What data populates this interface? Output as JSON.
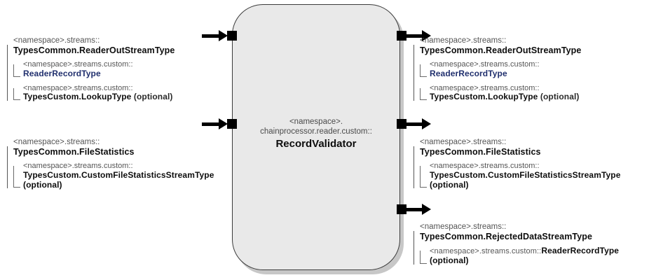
{
  "diagram": {
    "title": "RecordValidator component stream interface diagram",
    "component": {
      "namespace_line1": "<namespace>.",
      "namespace_line2": "chainprocessor.reader.custom::",
      "name": "RecordValidator"
    },
    "colors": {
      "box_fill": "#e9e9e9",
      "box_border": "#3b3b3b",
      "namespace_text": "#555555",
      "type_text": "#0d0d0d",
      "highlight_blue": "#21306e",
      "connector": "#000000"
    },
    "inputs": [
      {
        "port_name": "input-port-reader-out-stream",
        "namespace": "<namespace>.streams::",
        "type": "TypesCommon.ReaderOutStreamType",
        "children": [
          {
            "namespace": "<namespace>.streams.custom::",
            "type": "ReaderRecordType",
            "highlight": "blue",
            "optional": ""
          },
          {
            "namespace": "<namespace>.streams.custom::",
            "type": "TypesCustom.LookupType",
            "highlight": "none",
            "optional": "(optional)"
          }
        ]
      },
      {
        "port_name": "input-port-file-statistics",
        "namespace": "<namespace>.streams::",
        "type": "TypesCommon.FileStatistics",
        "children": [
          {
            "namespace": "<namespace>.streams.custom::",
            "type": "TypesCustom.CustomFileStatisticsStreamType",
            "highlight": "none",
            "optional": "(optional)"
          }
        ]
      }
    ],
    "outputs": [
      {
        "port_name": "output-port-reader-out-stream",
        "namespace": "<namespace>.streams::",
        "type": "TypesCommon.ReaderOutStreamType",
        "children": [
          {
            "namespace": "<namespace>.streams.custom::",
            "type": "ReaderRecordType",
            "highlight": "blue",
            "optional": ""
          },
          {
            "namespace": "<namespace>.streams.custom::",
            "type": "TypesCustom.LookupType",
            "highlight": "none",
            "optional": "(optional)"
          }
        ]
      },
      {
        "port_name": "output-port-file-statistics",
        "namespace": "<namespace>.streams::",
        "type": "TypesCommon.FileStatistics",
        "children": [
          {
            "namespace": "<namespace>.streams.custom::",
            "type": "TypesCustom.CustomFileStatisticsStreamType",
            "highlight": "none",
            "optional": "(optional)"
          }
        ]
      },
      {
        "port_name": "output-port-rejected-data-stream",
        "namespace": "<namespace>.streams::",
        "type": "TypesCommon.RejectedDataStreamType",
        "children": [
          {
            "namespace": "<namespace>.streams.custom::",
            "type": "ReaderRecordType",
            "highlight": "none",
            "inline": "true",
            "optional": "(optional)"
          }
        ]
      }
    ]
  }
}
